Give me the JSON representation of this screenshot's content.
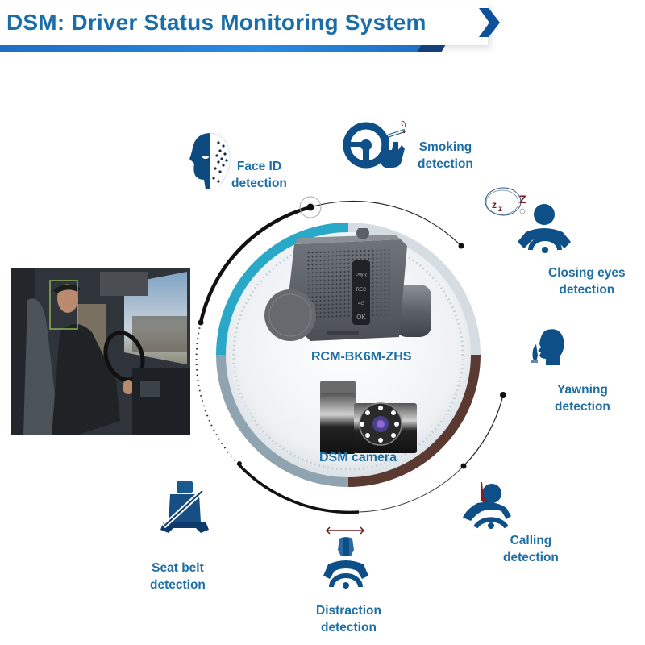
{
  "header": {
    "title": "DSM: Driver Status Monitoring System",
    "accent_color": "#1a6ea8",
    "stripe_color": "#2a8ae0",
    "chevron_color": "#0d4f9a"
  },
  "center": {
    "products": [
      {
        "label": "RCM-BK6M-ZHS",
        "type": "dashcam"
      },
      {
        "label": "DSM camera",
        "type": "infrared-camera"
      }
    ],
    "dashcam_indicators": [
      "PWR",
      "REC",
      "4G",
      "OK"
    ],
    "ring_colors": {
      "teal": "#2aa8c8",
      "grey": "#8fa4b0",
      "brown": "#5a3a30",
      "light": "#d6dde2"
    }
  },
  "driver_photo": {
    "alt": "truck-driver-face-detection",
    "box_color": "#8fb05a"
  },
  "features": [
    {
      "id": "face-id",
      "line1": "Face ID",
      "line2": "detection",
      "icon": "face-scan-icon"
    },
    {
      "id": "smoking",
      "line1": "Smoking",
      "line2": "detection",
      "icon": "smoking-icon"
    },
    {
      "id": "closing-eyes",
      "line1": "Closing eyes",
      "line2": "detection",
      "icon": "sleeping-driver-icon"
    },
    {
      "id": "yawning",
      "line1": "Yawning",
      "line2": "detection",
      "icon": "yawning-icon"
    },
    {
      "id": "calling",
      "line1": "Calling",
      "line2": "detection",
      "icon": "phone-call-icon"
    },
    {
      "id": "distraction",
      "line1": "Distraction",
      "line2": "detection",
      "icon": "head-turn-icon"
    },
    {
      "id": "seat-belt",
      "line1": "Seat belt",
      "line2": "detection",
      "icon": "seat-belt-icon"
    }
  ]
}
